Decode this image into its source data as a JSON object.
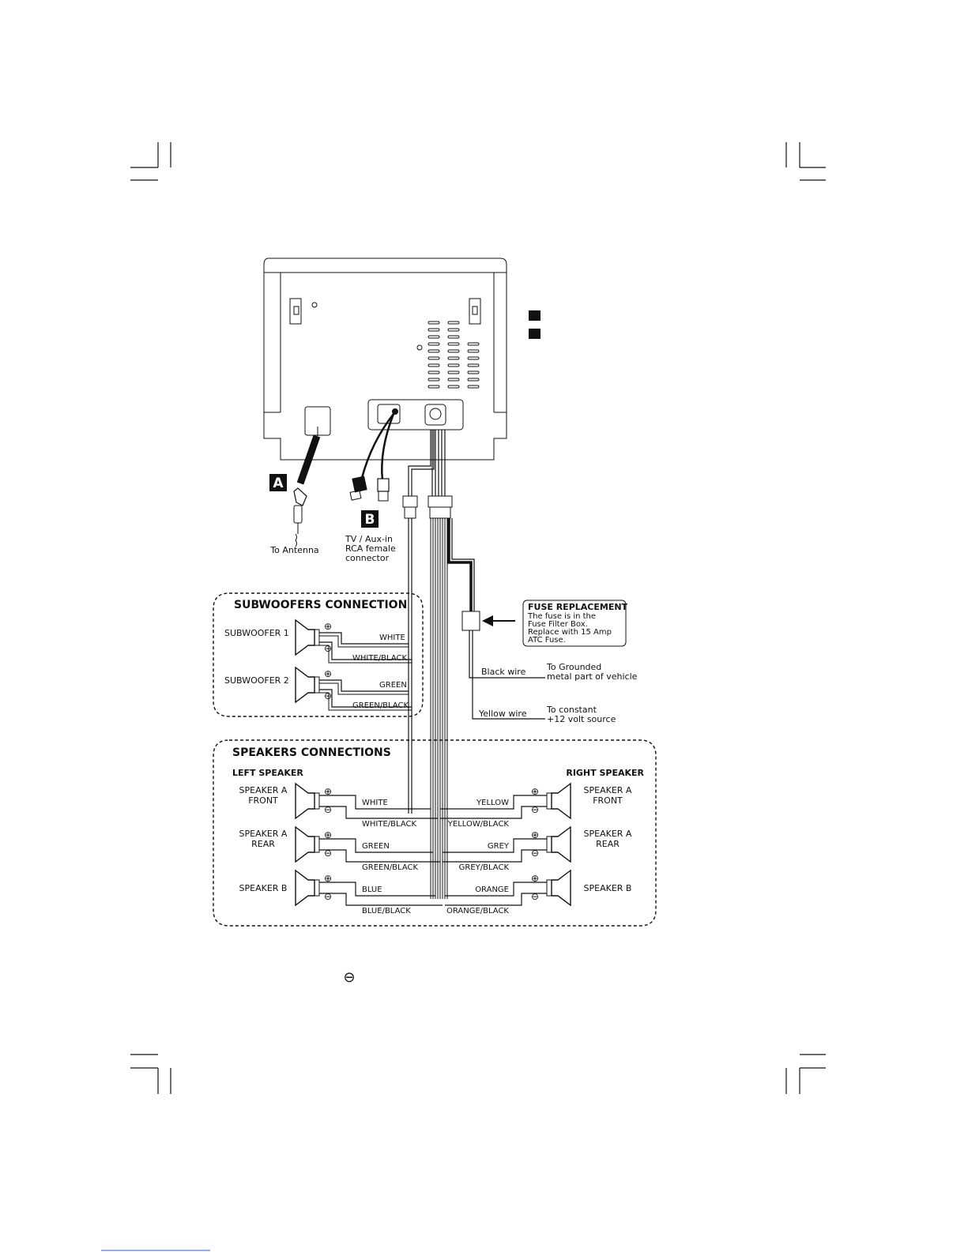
{
  "labels": {
    "a": "A",
    "b": "B",
    "to_antenna": "To Antenna",
    "aux_line1": "TV / Aux-in",
    "aux_line2": "RCA female",
    "aux_line3": "connector"
  },
  "subwoofers": {
    "title": "SUBWOOFERS CONNECTION",
    "units": [
      {
        "name": "SUBWOOFER 1",
        "pos_wire": "WHITE",
        "neg_wire": "WHITE/BLACK"
      },
      {
        "name": "SUBWOOFER 2",
        "pos_wire": "GREEN",
        "neg_wire": "GREEN/BLACK"
      }
    ]
  },
  "fuse": {
    "title": "FUSE REPLACEMENT",
    "lines": [
      "The fuse is in the",
      "Fuse Filter Box.",
      "Replace with 15 Amp",
      "ATC Fuse."
    ]
  },
  "power": {
    "black_wire": "Black wire",
    "black_dest1": "To Grounded",
    "black_dest2": "metal part of vehicle",
    "yellow_wire": "Yellow wire",
    "yellow_dest1": "To constant",
    "yellow_dest2": "+12 volt source"
  },
  "speakers": {
    "title": "SPEAKERS CONNECTIONS",
    "left_title": "LEFT SPEAKER",
    "right_title": "RIGHT SPEAKER",
    "left": [
      {
        "name1": "SPEAKER A",
        "name2": "FRONT",
        "pos_wire": "WHITE",
        "neg_wire": "WHITE/BLACK"
      },
      {
        "name1": "SPEAKER A",
        "name2": "REAR",
        "pos_wire": "GREEN",
        "neg_wire": "GREEN/BLACK"
      },
      {
        "name1": "SPEAKER B",
        "name2": "",
        "pos_wire": "BLUE",
        "neg_wire": "BLUE/BLACK"
      }
    ],
    "right": [
      {
        "name1": "SPEAKER A",
        "name2": "FRONT",
        "pos_wire": "YELLOW",
        "neg_wire": "YELLOW/BLACK"
      },
      {
        "name1": "SPEAKER A",
        "name2": "REAR",
        "pos_wire": "GREY",
        "neg_wire": "GREY/BLACK"
      },
      {
        "name1": "SPEAKER B",
        "name2": "",
        "pos_wire": "ORANGE",
        "neg_wire": "ORANGE/BLACK"
      }
    ]
  },
  "symbols": {
    "plus": "⊕",
    "minus": "⊖"
  }
}
